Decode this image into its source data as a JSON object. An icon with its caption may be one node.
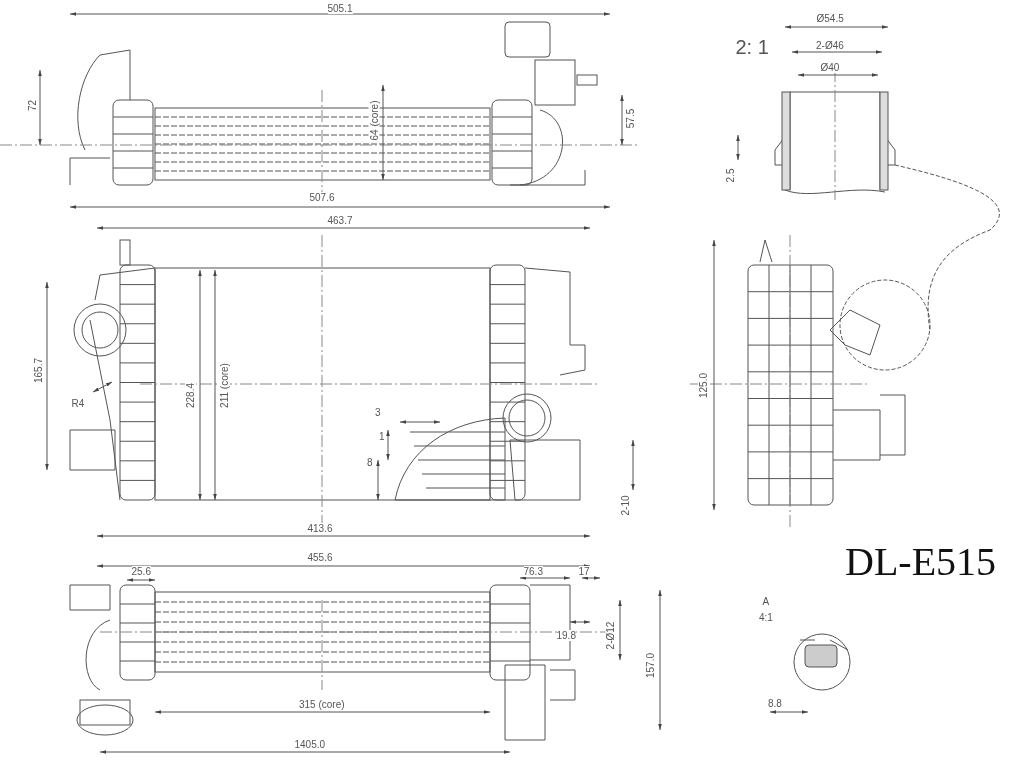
{
  "diagram": {
    "title": "DL-E515",
    "labels": [
      "505.1",
      "2: 1",
      "Ø54.5",
      "2-Ø46",
      "Ø40",
      "72",
      "64 (core)",
      "57.5",
      "2.5",
      "507.6",
      "463.7",
      "165.7",
      "228.4",
      "211 (core)",
      "R4",
      "3",
      "1",
      "8",
      "125.0",
      "2-10",
      "413.6",
      "455.6",
      "25.6",
      "76.3",
      "17",
      "A",
      "4:1",
      "19.8",
      "2-Ø12",
      "157.0",
      "315 (core)",
      "8.8",
      "1405.0"
    ]
  }
}
